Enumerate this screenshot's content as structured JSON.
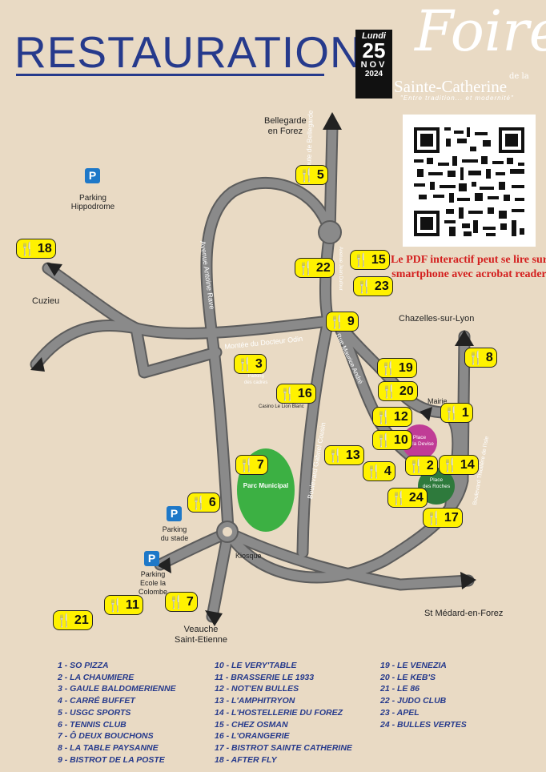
{
  "title": "RESTAURATION",
  "event": {
    "day": "Lundi",
    "date": "25",
    "month": "NOV",
    "year": "2024",
    "logo_big": "Foire",
    "logo_dela": "de la",
    "logo_name": "Sainte-Catherine",
    "tagline": "\"Entre tradition... et modernité\""
  },
  "pdf_note": "Le PDF interactif peut se lire sur smartphone avec acrobat reader",
  "places": {
    "bellegarde": "Bellegarde\nen Forez",
    "cuzieu": "Cuzieu",
    "chazelles": "Chazelles-sur-Lyon",
    "st_medard": "St Médard-en-Forez",
    "veauche": "Veauche\nSaint-Etienne",
    "mairie": "Mairie",
    "kiosque": "Kiosque",
    "parc": "Parc Municipal",
    "place_devise": "Place\nde la Devise",
    "place_roches": "Place\ndes Roches",
    "parking_odin": "Parking\ndes cadres",
    "casino": "Casino Le Lion Blanc"
  },
  "streets": {
    "route_bellegarde": "Route de Bellegarde",
    "avenue_rave": "Avenue Antoine Rave",
    "montee_odin": "Montée du Docteur Odin",
    "rue_maurice": "Rue Maurice André",
    "bd_cousin": "Boulevard Gabriel Cousin",
    "bd_thiolliere": "Boulevard Thiollière de l'Isle",
    "av_dufour": "Avenue Jean Dufour"
  },
  "parkings": [
    {
      "icon": "P",
      "label": "Parking\nHippodrome"
    },
    {
      "icon": "P",
      "label": "Parking\ndu stade"
    },
    {
      "icon": "P",
      "label": "Parking\nEcole la Colombe"
    }
  ],
  "markers": [
    "5",
    "18",
    "22",
    "15",
    "23",
    "9",
    "3",
    "16",
    "19",
    "20",
    "8",
    "1",
    "12",
    "10",
    "13",
    "7",
    "4",
    "2",
    "14",
    "24",
    "6",
    "17",
    "11",
    "7",
    "21"
  ],
  "legend": {
    "col1": [
      "1 - SO PIZZA",
      "2 - LA CHAUMIERE",
      "3 - GAULE BALDOMERIENNE",
      "4 - CARRÉ BUFFET",
      "5 - USGC SPORTS",
      "6 - TENNIS CLUB",
      "7 - Ô DEUX BOUCHONS",
      "8 - LA TABLE PAYSANNE",
      "9 - BISTROT DE LA POSTE"
    ],
    "col2": [
      "10 - LE VERY'TABLE",
      "11 - BRASSERIE LE 1933",
      "12 - NOT'EN BULLES",
      "13 - L'AMPHITRYON",
      "14 - L'HOSTELLERIE DU FOREZ",
      "15 - CHEZ OSMAN",
      "16 - L'ORANGERIE",
      "17 - BISTROT SAINTE CATHERINE",
      "18 - AFTER FLY"
    ],
    "col3": [
      "19 - LE VENEZIA",
      "20 - LE KEB'S",
      "21 - LE 86",
      "22 - JUDO CLUB",
      "23 - APEL",
      "24 - BULLES VERTES"
    ]
  },
  "colors": {
    "background": "#e9dac4",
    "title": "#263a8c",
    "road": "#8a8a8a",
    "marker": "#fff200",
    "parking": "#1e78c8",
    "park": "#3cb043",
    "note": "#d4201f"
  }
}
